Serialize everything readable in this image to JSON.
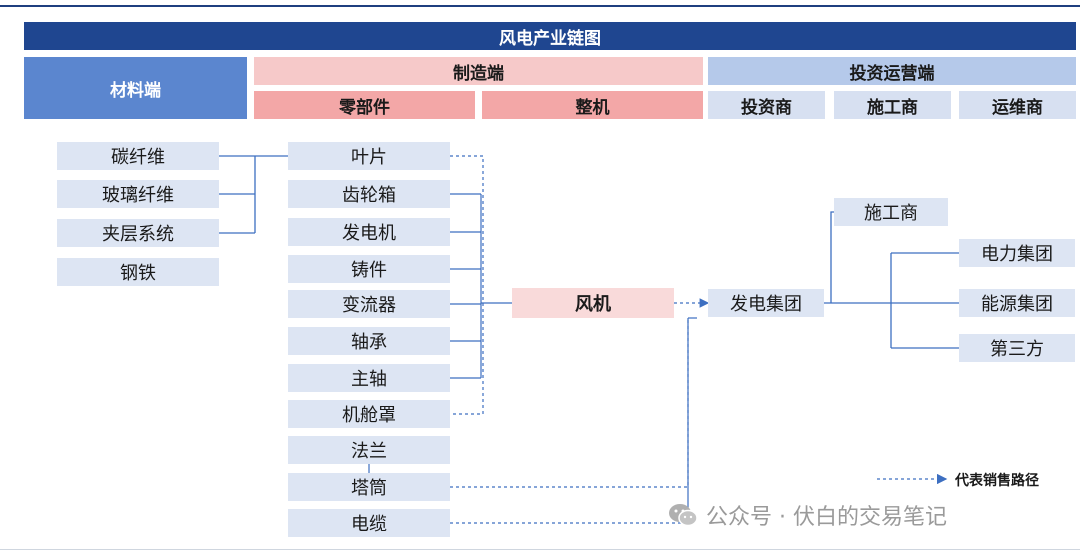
{
  "title": "风电产业链图",
  "headers": {
    "materials": "材料端",
    "manufacturing": "制造端",
    "components": "零部件",
    "whole_machine": "整机",
    "investment_ops": "投资运营端",
    "investor": "投资商",
    "constructor": "施工商",
    "maintainer": "运维商"
  },
  "materials": [
    "碳纤维",
    "玻璃纤维",
    "夹层系统",
    "钢铁"
  ],
  "components": [
    "叶片",
    "齿轮箱",
    "发电机",
    "铸件",
    "变流器",
    "轴承",
    "主轴",
    "机舱罩",
    "法兰",
    "塔筒",
    "电缆"
  ],
  "wind_turbine": "风机",
  "power_group": "发电集团",
  "construction_firm": "施工商",
  "downstream": [
    "电力集团",
    "能源集团",
    "第三方"
  ],
  "legend": "代表销售路径",
  "watermark": "公众号 · 伏白的交易笔记",
  "colors": {
    "title_bg": "#1f4690",
    "materials_bg": "#5b86cf",
    "manufacturing_bg": "#f6c9c9",
    "manufacturing_sub_bg": "#f3a7a7",
    "investment_bg": "#b5c9ea",
    "investment_sub_bg": "#d7e0f1",
    "node_bg": "#dde5f3",
    "turbine_bg": "#f9dada",
    "line": "#3d6fc1"
  }
}
